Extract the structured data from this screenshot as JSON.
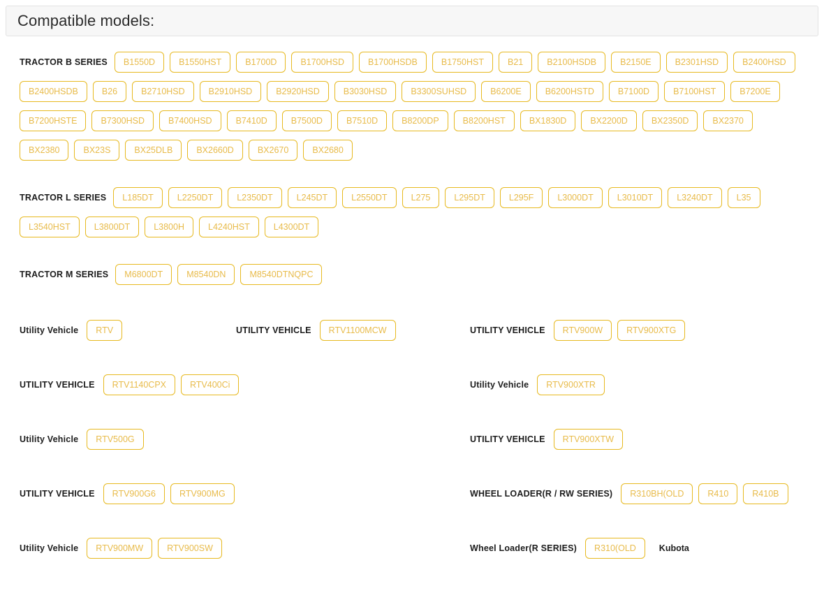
{
  "header": {
    "title": "Compatible models:"
  },
  "series_blocks": [
    {
      "label": "TRACTOR B SERIES",
      "models": [
        "B1550D",
        "B1550HST",
        "B1700D",
        "B1700HSD",
        "B1700HSDB",
        "B1750HST",
        "B21",
        "B2100HSDB",
        "B2150E",
        "B2301HSD",
        "B2400HSD",
        "B2400HSDB",
        "B26",
        "B2710HSD",
        "B2910HSD",
        "B2920HSD",
        "B3030HSD",
        "B3300SUHSD",
        "B6200E",
        "B6200HSTD",
        "B7100D",
        "B7100HST",
        "B7200E",
        "B7200HSTE",
        "B7300HSD",
        "B7400HSD",
        "B7410D",
        "B7500D",
        "B7510D",
        "B8200DP",
        "B8200HST",
        "BX1830D",
        "BX2200D",
        "BX2350D",
        "BX2370",
        "BX2380",
        "BX23S",
        "BX25DLB",
        "BX2660D",
        "BX2670",
        "BX2680"
      ]
    },
    {
      "label": "TRACTOR L SERIES",
      "models": [
        "L185DT",
        "L2250DT",
        "L2350DT",
        "L245DT",
        "L2550DT",
        "L275",
        "L295DT",
        "L295F",
        "L3000DT",
        "L3010DT",
        "L3240DT",
        "L35",
        "L3540HST",
        "L3800DT",
        "L3800H",
        "L4240HST",
        "L4300DT"
      ]
    },
    {
      "label": "TRACTOR M SERIES",
      "models": [
        "M6800DT",
        "M8540DN",
        "M8540DTNQPC"
      ]
    }
  ],
  "grid_rows": [
    {
      "cells": [
        {
          "label": "Utility Vehicle",
          "models": [
            "RTV"
          ],
          "extra_text": ""
        },
        {
          "label": "UTILITY VEHICLE",
          "models": [
            "RTV1100MCW"
          ],
          "extra_text": ""
        },
        {
          "label": "UTILITY VEHICLE",
          "models": [
            "RTV900W",
            "RTV900XTG"
          ],
          "extra_text": ""
        }
      ]
    },
    {
      "cells": [
        {
          "label": "UTILITY VEHICLE",
          "models": [
            "RTV1140CPX",
            "RTV400Ci"
          ],
          "extra_text": ""
        },
        {
          "label": "",
          "models": [],
          "extra_text": ""
        },
        {
          "label": "Utility Vehicle",
          "models": [
            "RTV900XTR"
          ],
          "extra_text": ""
        }
      ]
    },
    {
      "cells": [
        {
          "label": "Utility Vehicle",
          "models": [
            "RTV500G"
          ],
          "extra_text": ""
        },
        {
          "label": "",
          "models": [],
          "extra_text": ""
        },
        {
          "label": "UTILITY VEHICLE",
          "models": [
            "RTV900XTW"
          ],
          "extra_text": ""
        }
      ]
    },
    {
      "cells": [
        {
          "label": "UTILITY VEHICLE",
          "models": [
            "RTV900G6",
            "RTV900MG"
          ],
          "extra_text": ""
        },
        {
          "label": "",
          "models": [],
          "extra_text": ""
        },
        {
          "label": "WHEEL LOADER(R / RW SERIES)",
          "models": [
            "R310BH(OLD",
            "R410",
            "R410B"
          ],
          "extra_text": ""
        }
      ]
    },
    {
      "cells": [
        {
          "label": "Utility Vehicle",
          "models": [
            "RTV900MW",
            "RTV900SW"
          ],
          "extra_text": ""
        },
        {
          "label": "",
          "models": [],
          "extra_text": ""
        },
        {
          "label": "Wheel Loader(R SERIES)",
          "models": [
            "R310(OLD"
          ],
          "extra_text": "Kubota"
        }
      ]
    }
  ],
  "colors": {
    "tag_border": "#e7b91f",
    "tag_text": "#e8bb4a",
    "header_bg": "#f7f7f7",
    "label_text": "#1c1c1c"
  }
}
